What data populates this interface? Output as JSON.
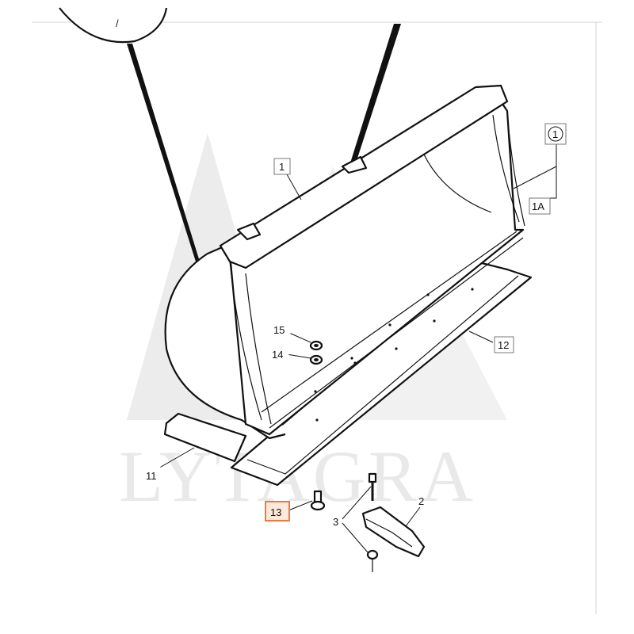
{
  "watermark": {
    "text": "LYTAGRA"
  },
  "callouts": {
    "c1": "1",
    "c1a": "1A",
    "c1circle": "1",
    "c2": "2",
    "c3": "3",
    "c11": "11",
    "c12": "12",
    "c13": "13",
    "c14": "14",
    "c15": "15"
  },
  "selection": {
    "highlighted_callout": "13",
    "color": "#f07a3a"
  }
}
